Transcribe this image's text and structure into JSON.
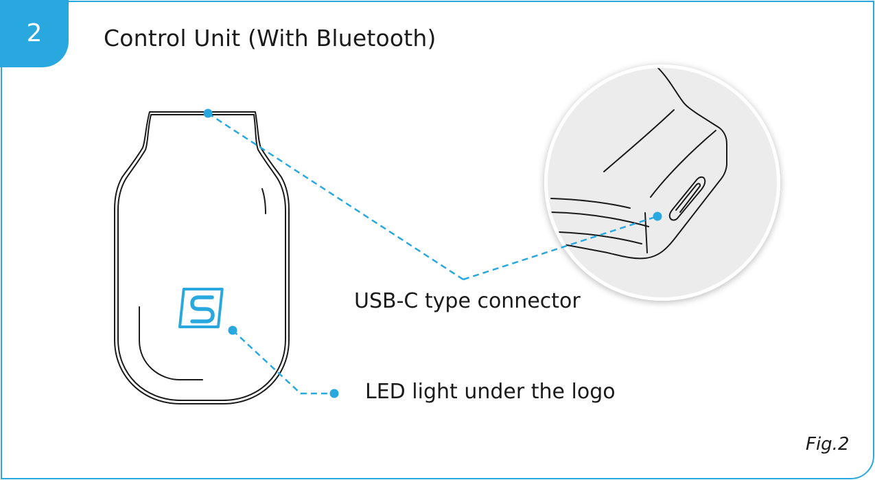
{
  "step_number": "2",
  "title": "Control Unit (With Bluetooth)",
  "callouts": {
    "usb_connector": "USB-C type connector",
    "led_light": "LED light under the logo"
  },
  "figure_label": "Fig.2",
  "colors": {
    "accent": "#29a8e0",
    "line": "#1a1a1a",
    "zoom_background": "#ececec"
  },
  "icons": {
    "device": "control-unit-device",
    "logo": "s-logo-icon",
    "zoom": "usb-c-port-magnified-view"
  }
}
